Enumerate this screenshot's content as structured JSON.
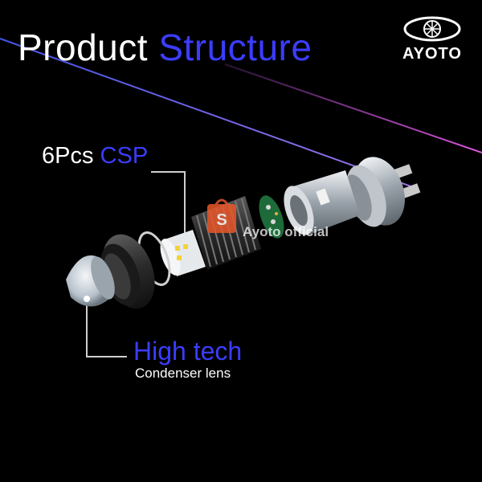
{
  "title": {
    "prefix": "Product",
    "accent": "Structure"
  },
  "brand": {
    "name": "AYOTO"
  },
  "labels": {
    "csp_prefix": "6Pcs",
    "csp_accent": "CSP",
    "lens_title": "High tech",
    "lens_subtitle": "Condenser lens"
  },
  "watermark": {
    "text": "Ayoto official"
  },
  "colors": {
    "accent": "#3b3dff",
    "background": "#000000",
    "text": "#ffffff",
    "watermark": "#e8572a"
  }
}
